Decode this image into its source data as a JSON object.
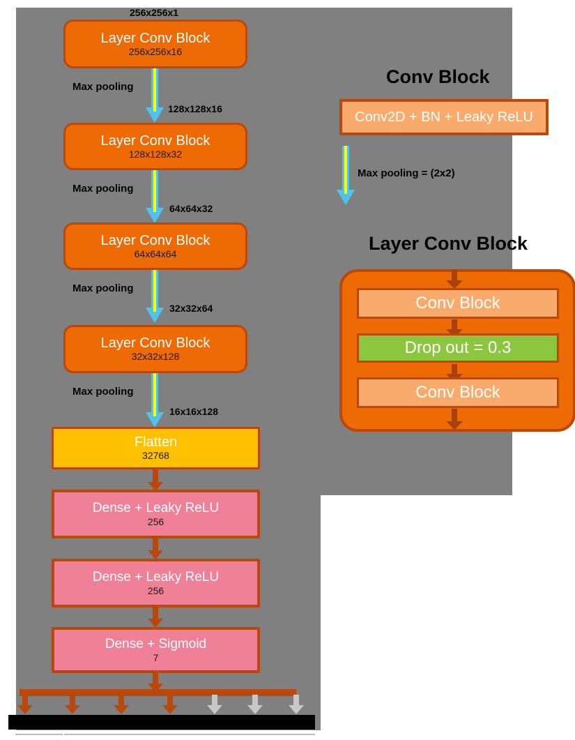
{
  "canvas": {
    "background": "#808080"
  },
  "colors": {
    "block_orange": "#ee6a04",
    "block_border": "#b8480c",
    "flatten_gold": "#fec000",
    "dense_pink": "#ef8098",
    "conv_light_orange": "#f8ab6d",
    "dropout_green": "#8cc63e",
    "pool_arrow_cyan": "#4fc3ec",
    "pool_arrow_stripe": "#ffff00",
    "output_arrow_active": "#b8480c",
    "output_arrow_inactive": "#c8c8c8"
  },
  "pipeline": {
    "input_shape": "256x256x1",
    "stages": [
      {
        "name": "Layer Conv Block",
        "shape": "256x256x16"
      },
      {
        "name": "Layer Conv Block",
        "shape": "128x128x32"
      },
      {
        "name": "Layer Conv Block",
        "shape": "64x64x64"
      },
      {
        "name": "Layer Conv Block",
        "shape": "32x32x128"
      }
    ],
    "pool_labels": [
      "Max pooling",
      "Max pooling",
      "Max pooling",
      "Max pooling"
    ],
    "pool_outputs": [
      "128x128x16",
      "64x64x32",
      "32x32x64",
      "16x16x128"
    ],
    "flatten": {
      "name": "Flatten",
      "units": "32768"
    },
    "dense": [
      {
        "name": "Dense + Leaky ReLU",
        "units": "256"
      },
      {
        "name": "Dense + Leaky ReLU",
        "units": "256"
      },
      {
        "name": "Dense + Sigmoid",
        "units": "7"
      }
    ]
  },
  "legend": {
    "conv_block_title": "Conv Block",
    "conv_block_body": "Conv2D + BN + Leaky ReLU",
    "max_pooling_label": "Max pooling = (2x2)",
    "layer_conv_block_title": "Layer Conv Block",
    "layer_conv_block_rows": [
      "Conv Block",
      "Drop out = 0.3",
      "Conv Block"
    ]
  },
  "outputs": {
    "count": 7,
    "active": 4,
    "inactive": 3
  }
}
